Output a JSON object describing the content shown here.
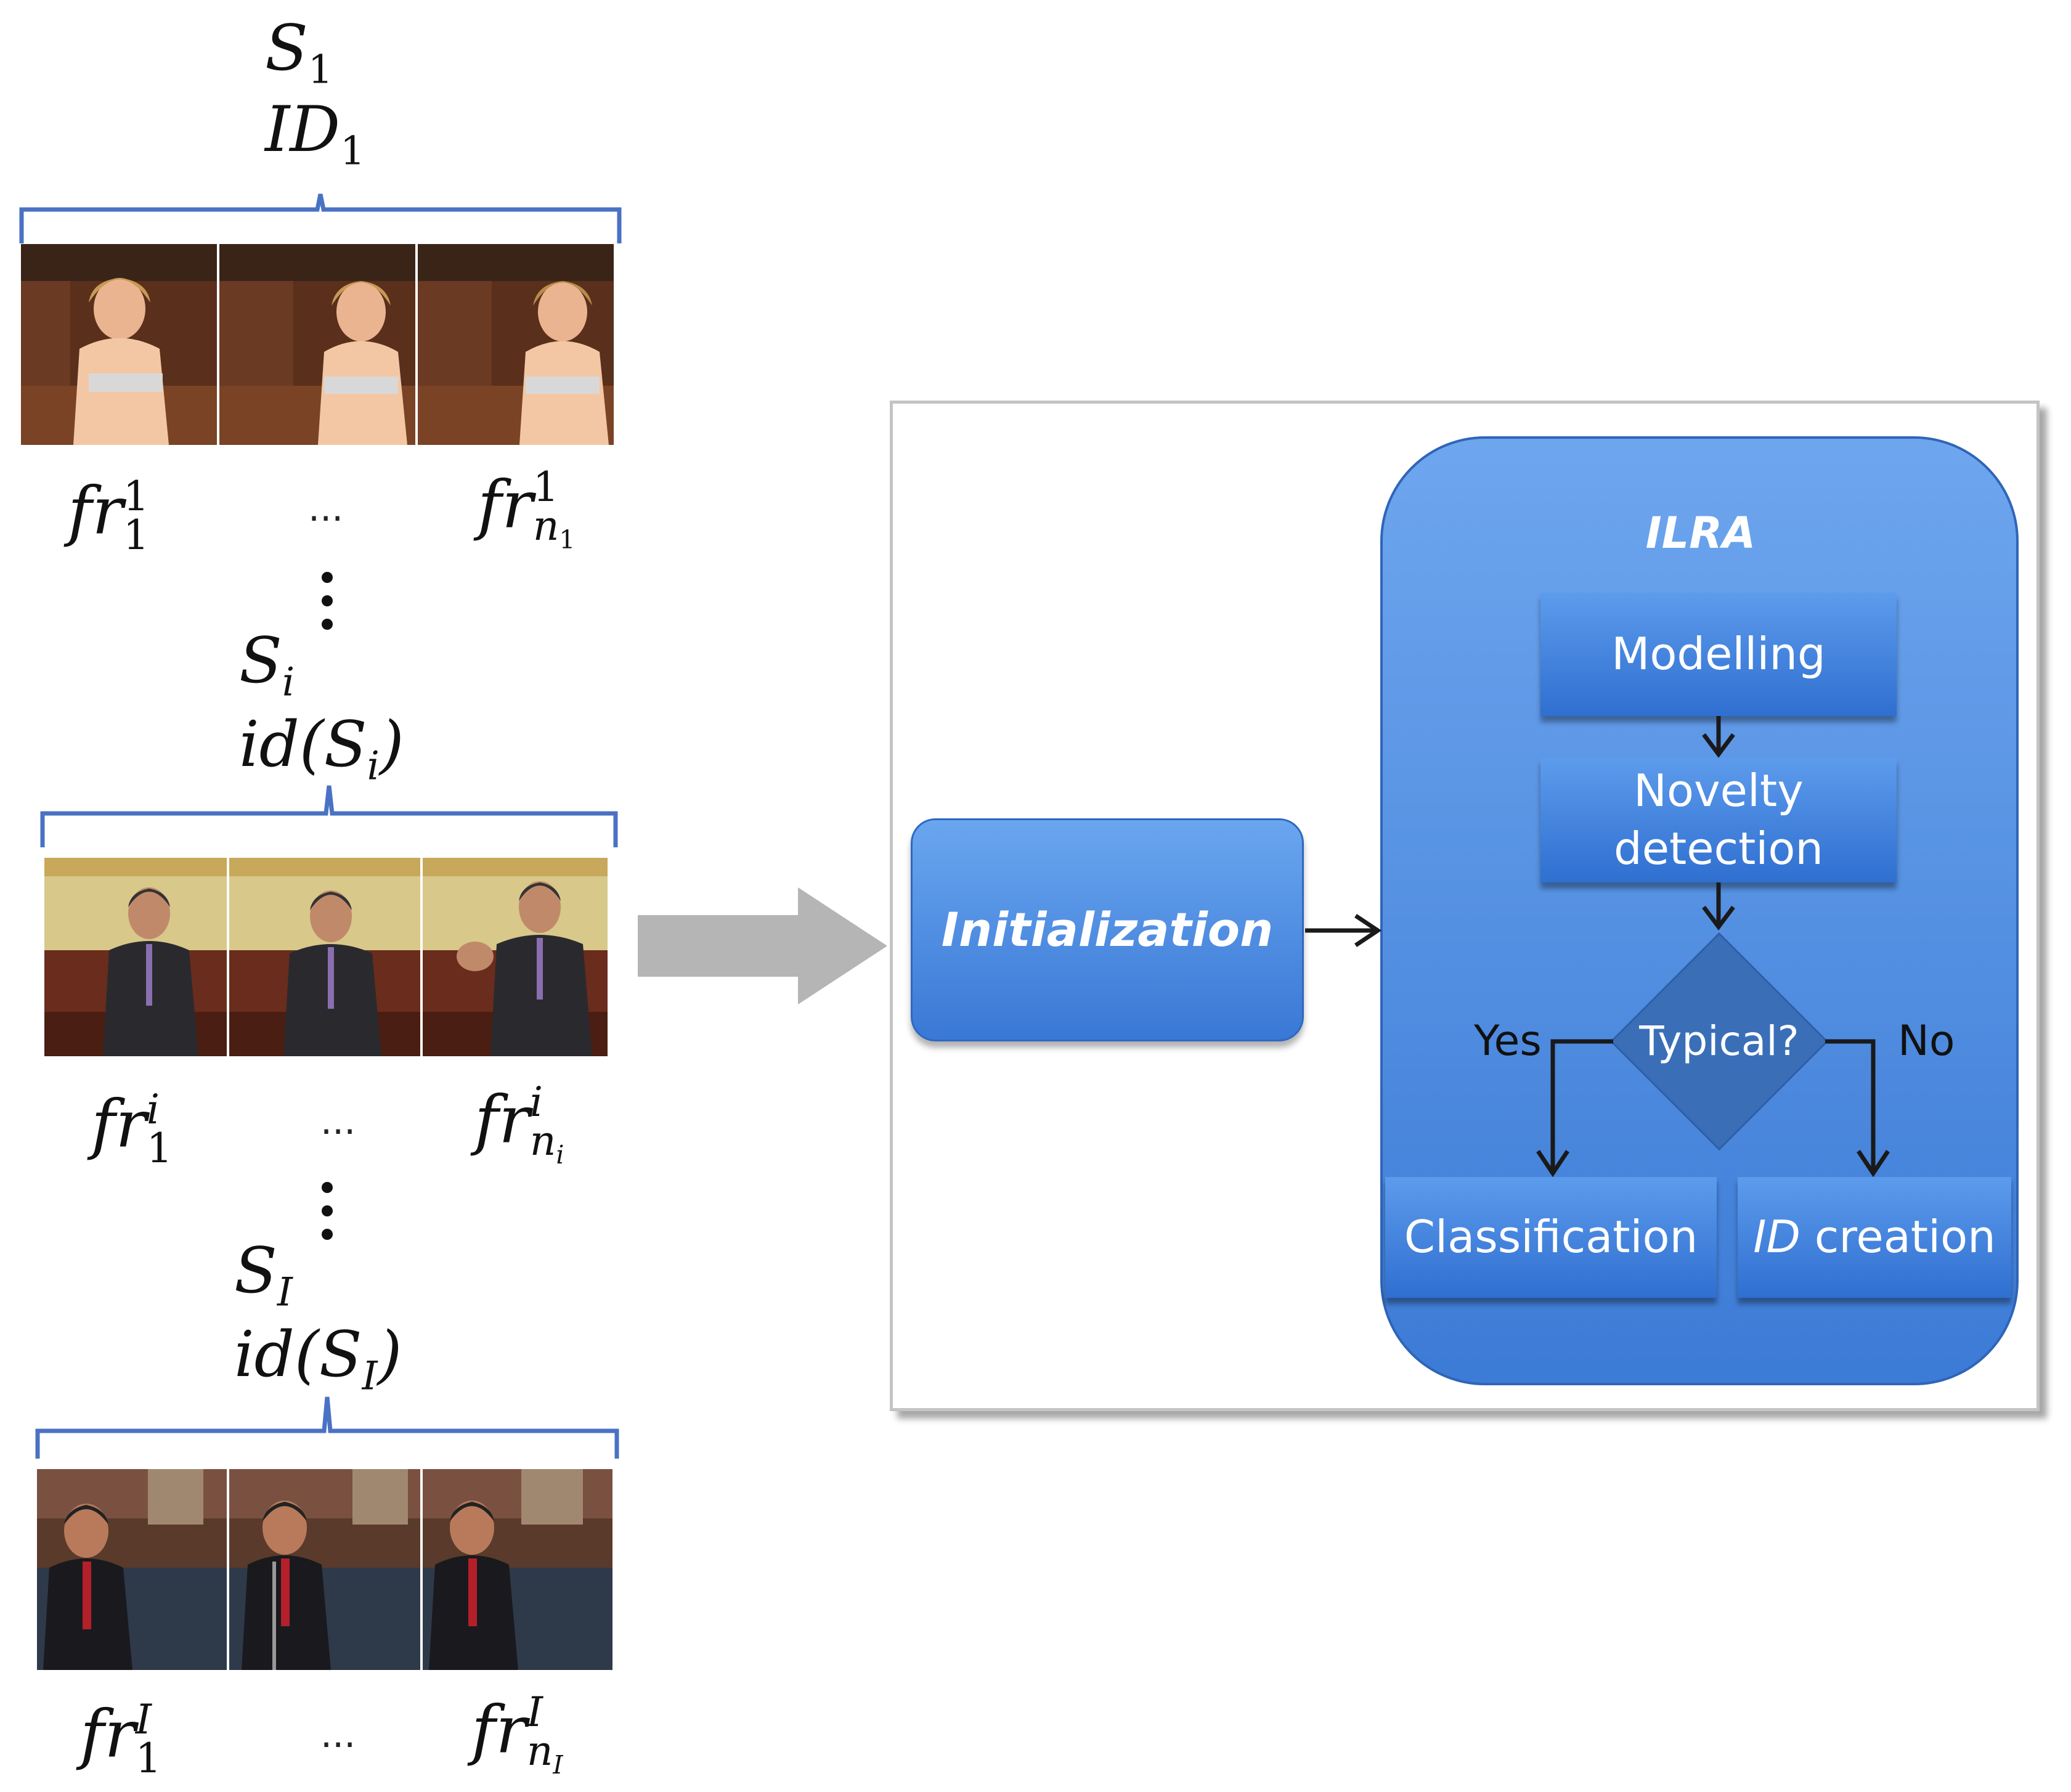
{
  "left": {
    "segments": [
      {
        "s_label_base": "S",
        "s_label_sub": "1",
        "id_label": "ID",
        "id_label_sub": "1",
        "fr_first": {
          "base": "fr",
          "sup": "1",
          "sub": "1"
        },
        "ellipsis": "...",
        "fr_last": {
          "base": "fr",
          "sup": "1",
          "sub": "n",
          "subsub": "1"
        },
        "speaker": "woman"
      },
      {
        "s_label_base": "S",
        "s_label_sub": "i",
        "id_label": "id(S",
        "id_label_sub": "i",
        "id_label_close": ")",
        "fr_first": {
          "base": "fr",
          "sup": "i",
          "sub": "1"
        },
        "ellipsis": "...",
        "fr_last": {
          "base": "fr",
          "sup": "i",
          "sub": "n",
          "subsub": "i"
        },
        "speaker": "man-gray"
      },
      {
        "s_label_base": "S",
        "s_label_sub": "I",
        "id_label": "id(S",
        "id_label_sub": "I",
        "id_label_close": ")",
        "fr_first": {
          "base": "fr",
          "sup": "I",
          "sub": "1"
        },
        "ellipsis": "...",
        "fr_last": {
          "base": "fr",
          "sup": "I",
          "sub": "n",
          "subsub": "I"
        },
        "speaker": "man-dark"
      }
    ]
  },
  "flow": {
    "initialization": "Initialization",
    "ilra_title": "ILRA",
    "modelling": "Modelling",
    "novelty_line1": "Novelty",
    "novelty_line2": "detection",
    "decision": "Typical?",
    "yes": "Yes",
    "no": "No",
    "classification": "Classification",
    "id_creation_italic": "ID",
    "id_creation_rest": " creation"
  },
  "colors": {
    "brace": "#4a72c4",
    "big_arrow": "#b5b5b5",
    "ilra_fill_top": "#6ea6ee",
    "ilra_fill_bottom": "#3c7bd6",
    "box_fill": "#3f7fdb",
    "diamond": "#3a6fb8"
  }
}
